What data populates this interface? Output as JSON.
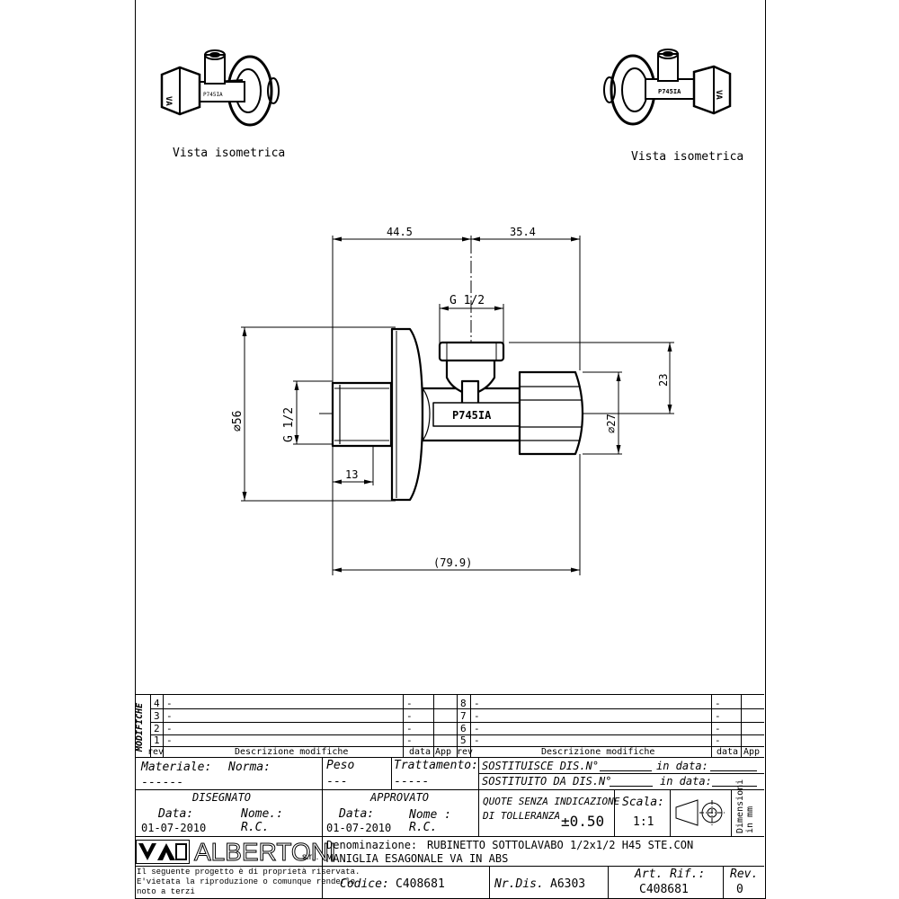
{
  "views": {
    "iso_left": "Vista isometrica",
    "iso_right": "Vista isometrica",
    "iso_left_marking": "P745IA",
    "iso_right_marking": "P745IA"
  },
  "drawing": {
    "dim_top_left": "44.5",
    "dim_top_right": "35.4",
    "dim_thread_top": "G  1/2",
    "dim_thread_left": "G  1/2",
    "dim_diameter_56": "⌀56",
    "dim_diameter_27": "⌀27",
    "dim_23": "23",
    "dim_13": "13",
    "dim_total": "(79.9)",
    "body_marking": "P745IA"
  },
  "modifiche": {
    "side_label": "MODIFICHE",
    "rows_left": [
      {
        "rev": "4",
        "desc": "-",
        "date": "-"
      },
      {
        "rev": "3",
        "desc": "-",
        "date": "-"
      },
      {
        "rev": "2",
        "desc": "-",
        "date": "-"
      },
      {
        "rev": "1",
        "desc": "-",
        "date": "-"
      }
    ],
    "rows_right": [
      {
        "rev": "8",
        "desc": "-",
        "date": "-"
      },
      {
        "rev": "7",
        "desc": "-",
        "date": "-"
      },
      {
        "rev": "6",
        "desc": "-",
        "date": "-"
      },
      {
        "rev": "5",
        "desc": "-",
        "date": "-"
      }
    ],
    "header": {
      "rev": "rev",
      "desc": "Descrizione modifiche",
      "date": "data",
      "app": "App"
    }
  },
  "titleblock": {
    "materiale_label": "Materiale:",
    "norma_label": "Norma:",
    "materiale_value": "------",
    "peso_label": "Peso",
    "peso_value": "---",
    "trattamento_label": "Trattamento:",
    "trattamento_value": "-----",
    "sostituisce_label": "SOSTITUISCE DIS.N°",
    "sostituisce_date": "in data:",
    "sostituito_label": "SOSTITUITO DA DIS.N°",
    "sostituito_date": "in data:",
    "disegnato_label": "DISEGNATO",
    "disegnato_data_label": "Data:",
    "disegnato_nome_label": "Nome.:",
    "disegnato_data": "01-07-2010",
    "disegnato_nome": "R.C.",
    "approvato_label": "APPROVATO",
    "approvato_data_label": "Data:",
    "approvato_nome_label": "Nome :",
    "approvato_data": "01-07-2010",
    "approvato_nome": "R.C.",
    "quote_label_1": "QUOTE SENZA INDICAZIONE",
    "quote_label_2": "DI TOLLERANZA",
    "tolleranza": "±0.50",
    "scala_label": "Scala:",
    "scala_value": "1:1",
    "dimensioni_label": "Dimensioni in mm",
    "logo_mark": "VA",
    "company": "ALBERTONI",
    "company_suffix": "s.r.l.",
    "denominazione_label": "Denominazione:",
    "denominazione_1": "RUBINETTO SOTTOLAVABO 1/2x1/2 H45 STE.CON",
    "denominazione_2": "MANIGLIA ESAGONALE VA IN ABS",
    "proprieta_1": "Il seguente progetto è di proprietà riservata.",
    "proprieta_2": "E'vietata la riproduzione o comunque renderlo",
    "proprieta_3": "noto a terzi",
    "codice_label": "Codice:",
    "codice_value": "C408681",
    "nrdis_label": "Nr.Dis.",
    "nrdis_value": "A6303",
    "artrif_label": "Art. Rif.:",
    "artrif_value": "C408681",
    "rev_label": "Rev.",
    "rev_value": "0"
  }
}
